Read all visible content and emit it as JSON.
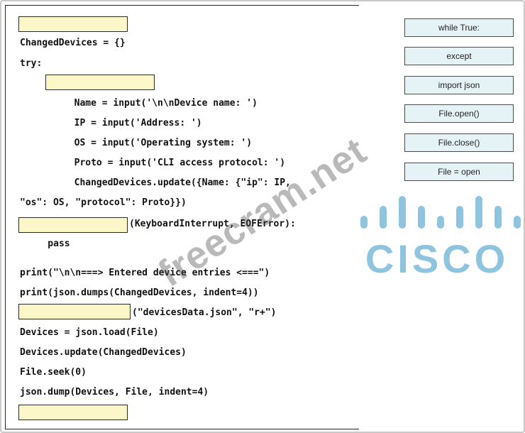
{
  "code_lines": [
    "ChangedDevices = {}",
    "try:",
    "        Name = input('\\n\\nDevice name: ')",
    "        IP = input('Address: ')",
    "        OS = input('Operating system: ')",
    "        Proto = input('CLI access protocol: ')",
    "        ChangedDevices.update({Name: {\"ip\": IP,",
    "\"os\": OS, \"protocol\": Proto}})",
    "(KeyboardInterrupt, EOFError):",
    "    pass",
    "print(\"\\n\\n===> Entered device entries <===\")",
    "print(json.dumps(ChangedDevices, indent=4))",
    "(\"devicesData.json\", \"r+\")",
    "Devices = json.load(File)",
    "Devices.update(ChangedDevices)",
    "File.seek(0)",
    "json.dump(Devices, File, indent=4)"
  ],
  "options": [
    "while True:",
    "except",
    "import json",
    "File.open()",
    "File.close()",
    "File = open"
  ],
  "logo_text": "CISCO",
  "watermark": "freecram.net",
  "colors": {
    "blank_fill": "#fcf7c9",
    "option_fill": "#e6f3f6",
    "logo_blue": "#8fc4de"
  }
}
